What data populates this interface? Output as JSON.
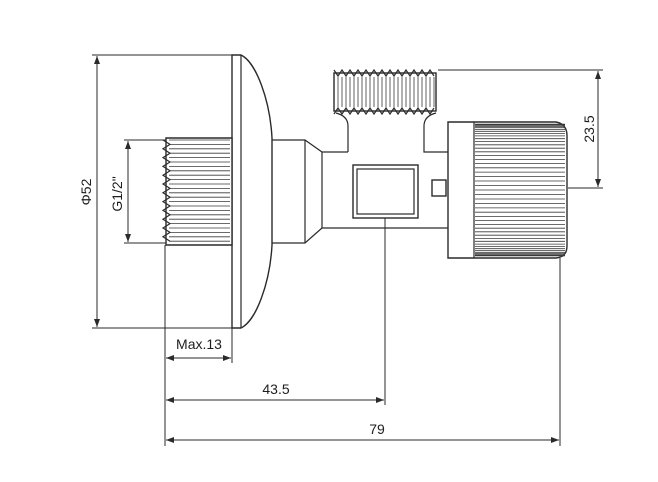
{
  "drawing": {
    "labels": {
      "diameter": "Φ52",
      "thread": "G1/2\"",
      "thread_length": "Max.13",
      "axis_distance": "43.5",
      "overall_length": "79",
      "outlet_height": "23.5"
    }
  }
}
